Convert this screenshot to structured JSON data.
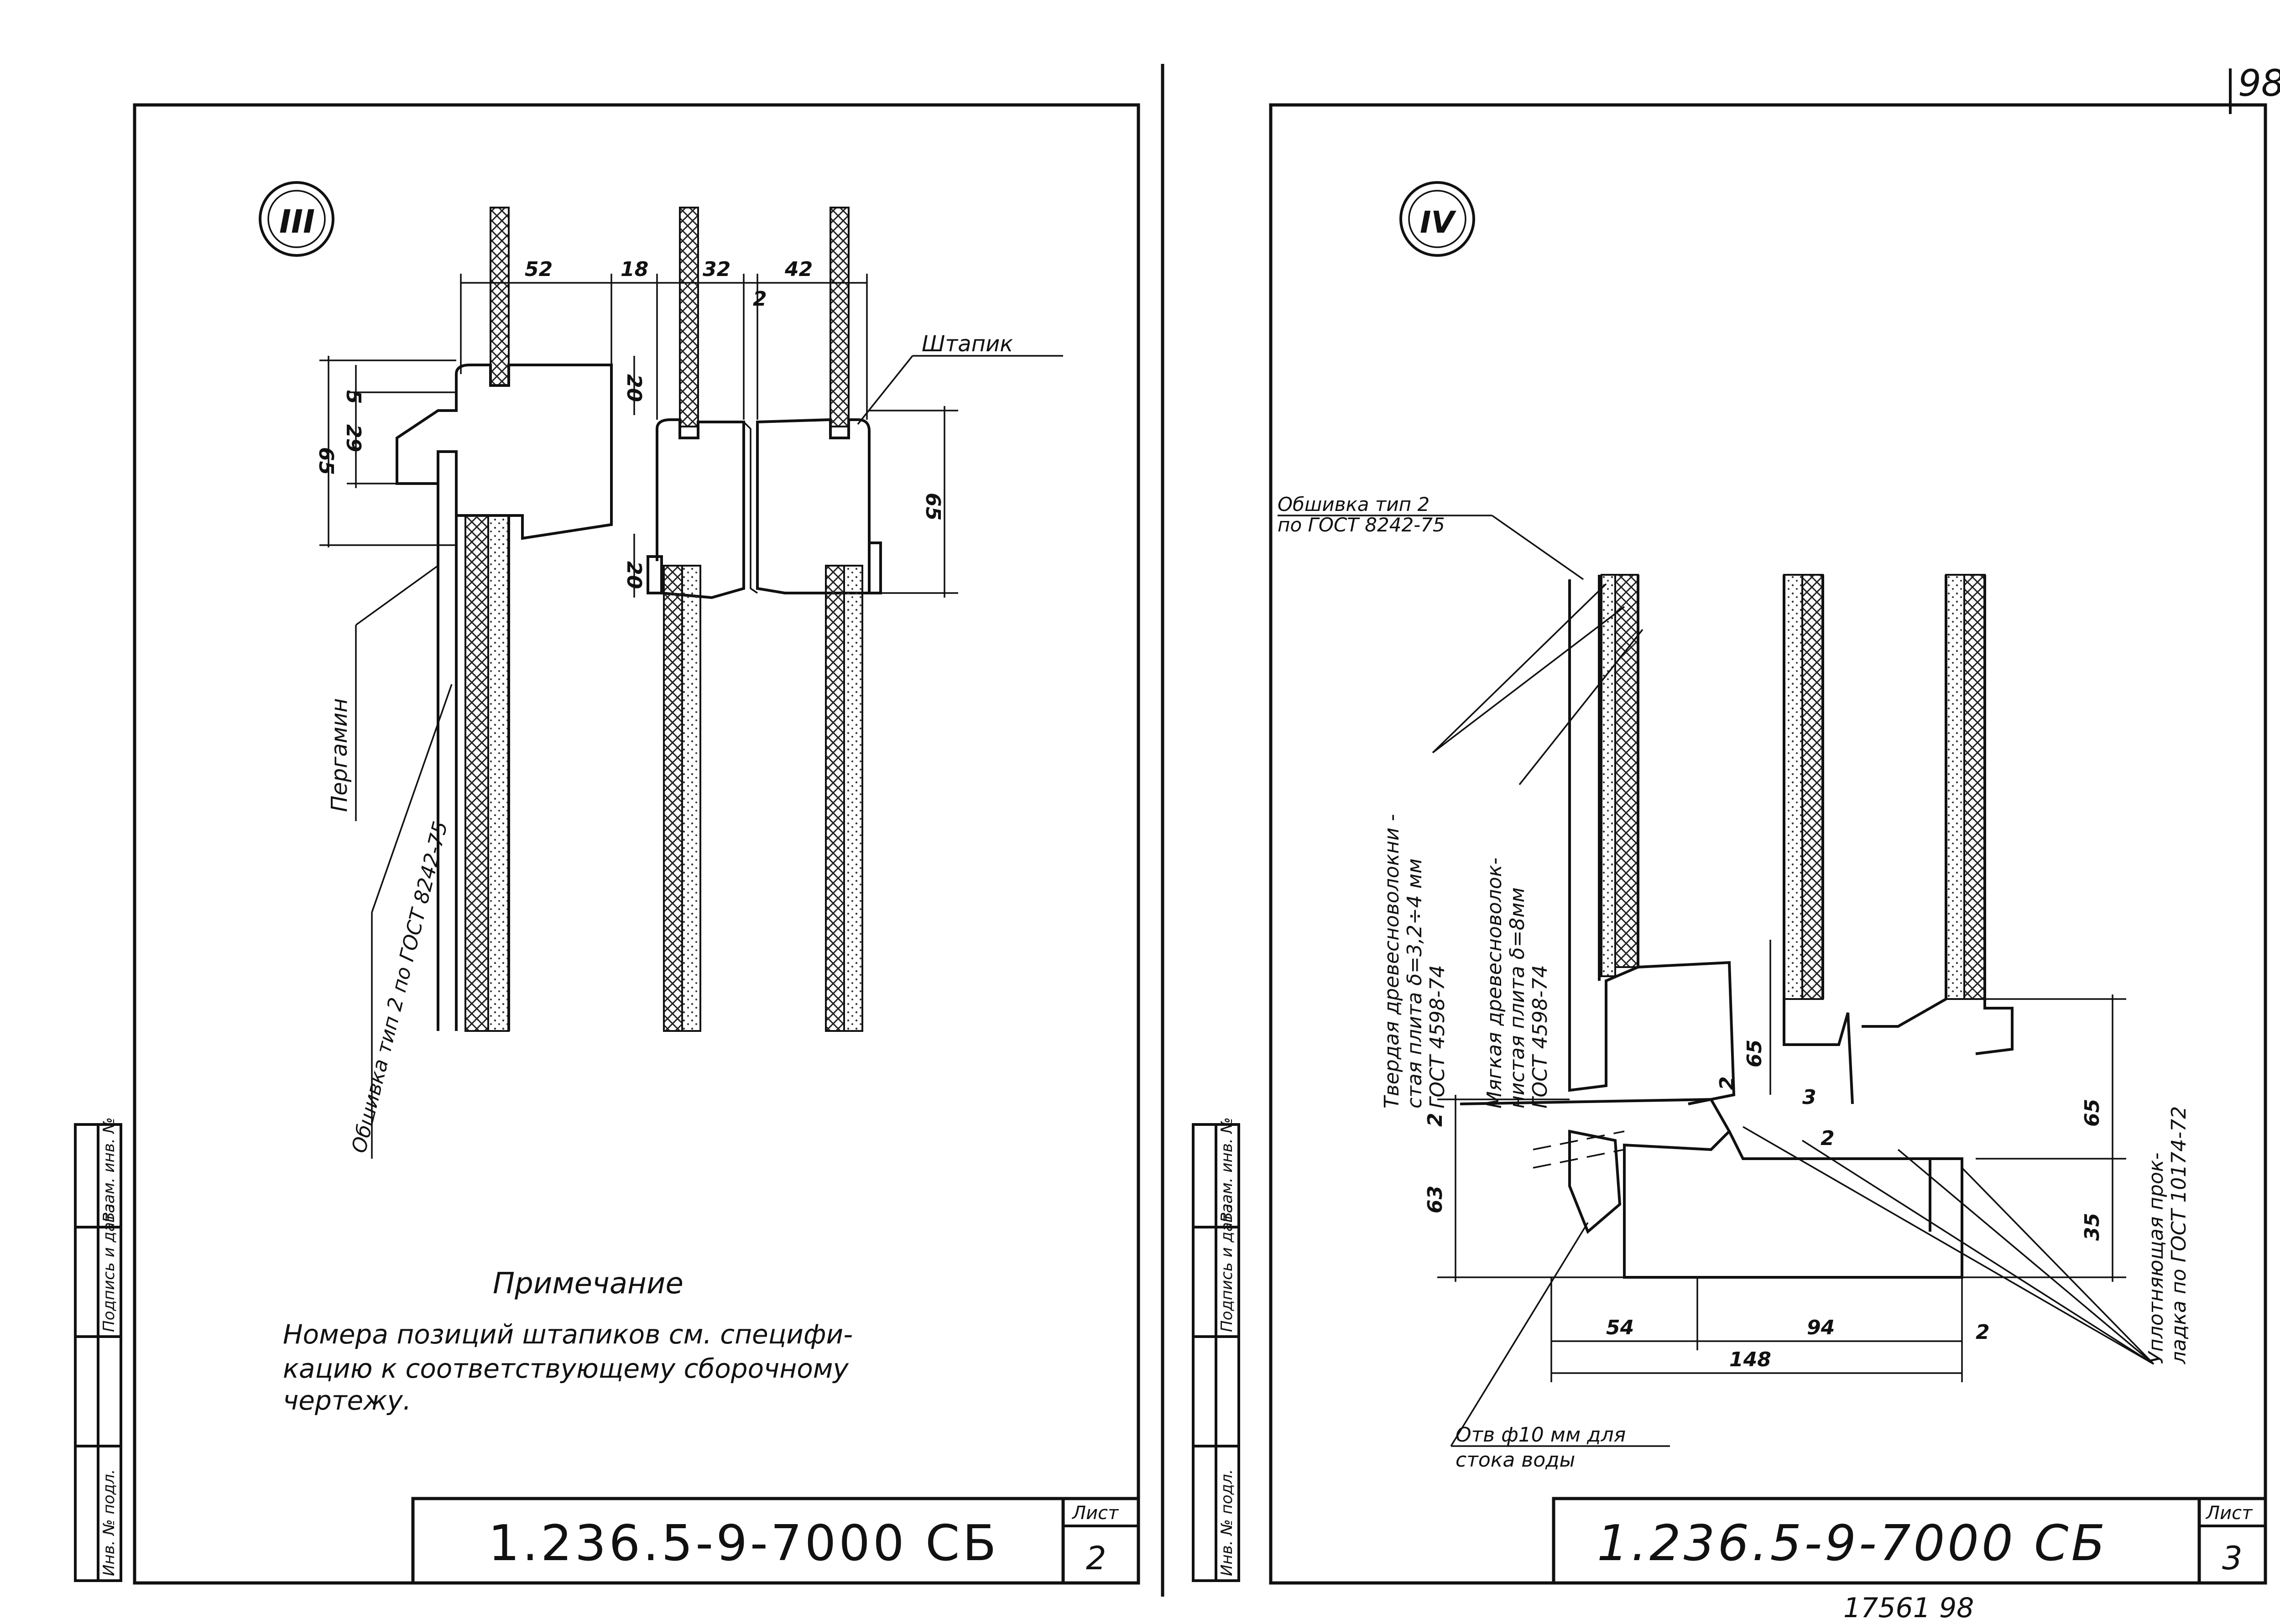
{
  "page_number": "98",
  "archive_number": "17561 98",
  "left_sheet": {
    "node_label": "III",
    "dimensions": {
      "top": [
        "52",
        "18",
        "32",
        "2",
        "42"
      ],
      "left": [
        "5",
        "29",
        "65"
      ],
      "inner": [
        "20",
        "20"
      ],
      "right": "65"
    },
    "labels": {
      "shtapik": "Штапик",
      "pergamin": "Пергамин",
      "obshivka": "Обшивка тип 2 по ГОСТ 8242-75"
    },
    "note_title": "Примечание",
    "note_lines": [
      "Номера позиций штапиков см. специфи-",
      "кацию к соответствующему сборочному",
      "чертежу."
    ],
    "doc_code": "1.236.5-9-7000 СБ",
    "sheet_label": "Лист",
    "sheet_number": "2"
  },
  "right_sheet": {
    "node_label": "IV",
    "labels": {
      "obshivka_line1": "Обшивка тип 2",
      "obshivka_line2": "по ГОСТ 8242-75",
      "hard_board_1": "Твердая древесноволокни -",
      "hard_board_2": "стая плита δ=3,2÷4 мм",
      "hard_board_3": "ГОСТ 4598-74",
      "soft_board_1": "Мягкая древесноволок-",
      "soft_board_2": "нистая плита δ=8мм",
      "soft_board_3": "ГОСТ 4598-74",
      "seal_1": "Уплотняющая прок-",
      "seal_2": "ладка по ГОСТ 10174-72",
      "hole_1": "Отв ф10 мм для",
      "hole_2": "стока воды"
    },
    "dimensions": {
      "d65_mid": "65",
      "d2_a": "2",
      "d3": "3",
      "d2_b": "2",
      "d2_left": "2",
      "d63": "63",
      "d65_right": "65",
      "d35": "35",
      "d54": "54",
      "d94": "94",
      "d148": "148",
      "d2_bottom": "2"
    },
    "doc_code": "1.236.5-9-7000 СБ",
    "sheet_label": "Лист",
    "sheet_number": "3"
  },
  "stamp_columns": [
    "Инв. № подл.",
    "Подпись и дата",
    "Взам. инв. №"
  ]
}
